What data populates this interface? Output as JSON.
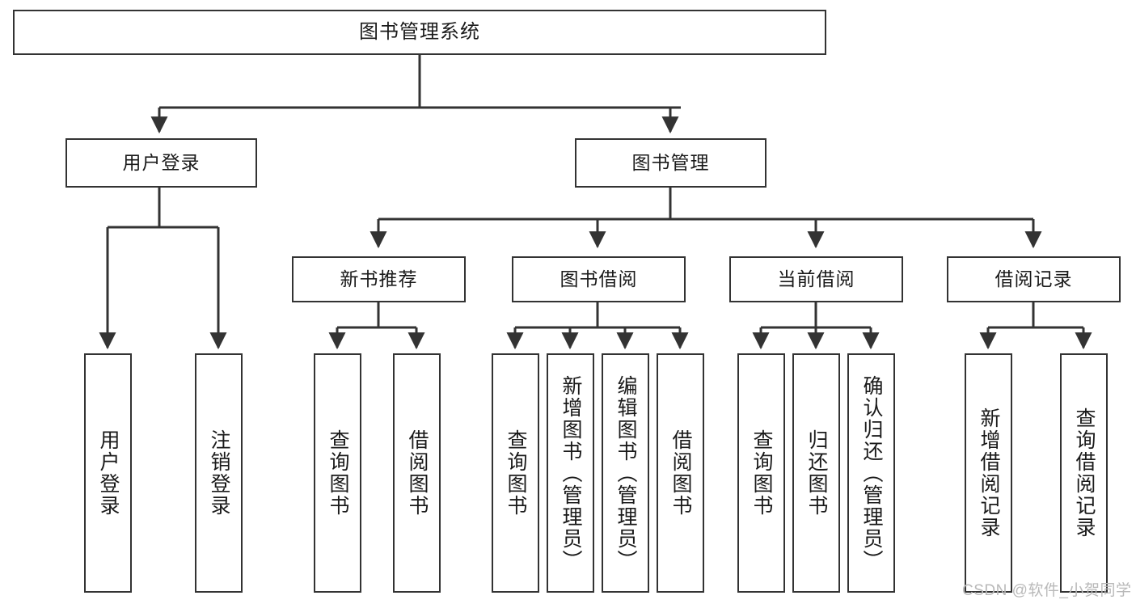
{
  "diagram": {
    "title": "图书管理系统",
    "type": "tree-hierarchy-diagram",
    "style": {
      "background": "#ffffff",
      "border_color": "#333333",
      "node_fill": "#ffffff",
      "text_color": "#1a1a1a",
      "watermark_color": "#b9b9b9"
    },
    "root": {
      "label": "图书管理系统"
    },
    "level1": [
      {
        "label": "用户登录"
      },
      {
        "label": "图书管理"
      }
    ],
    "level2": [
      {
        "label": "新书推荐"
      },
      {
        "label": "图书借阅"
      },
      {
        "label": "当前借阅"
      },
      {
        "label": "借阅记录"
      }
    ],
    "leaves": {
      "user_login": [
        {
          "label": "用户登录"
        },
        {
          "label": "注销登录"
        }
      ],
      "new_book": [
        {
          "label": "查询图书"
        },
        {
          "label": "借阅图书"
        }
      ],
      "book_borrow": [
        {
          "label": "查询图书"
        },
        {
          "label": "新增图书（管理员）"
        },
        {
          "label": "编辑图书（管理员）"
        },
        {
          "label": "借阅图书"
        }
      ],
      "current_borrow": [
        {
          "label": "查询图书"
        },
        {
          "label": "归还图书"
        },
        {
          "label": "确认归还（管理员）"
        }
      ],
      "borrow_record": [
        {
          "label": "新增借阅记录"
        },
        {
          "label": "查询借阅记录"
        }
      ]
    }
  },
  "watermark": {
    "text": "CSDN @软件_小贺同学"
  }
}
